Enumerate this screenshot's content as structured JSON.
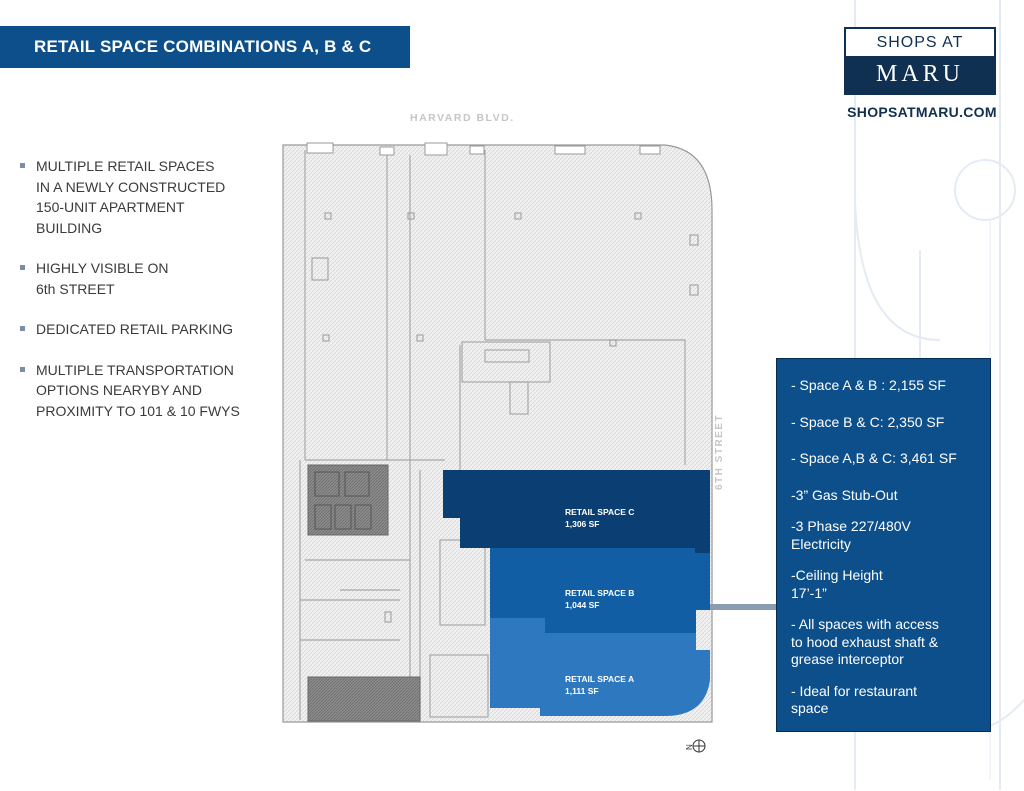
{
  "header": {
    "title": "RETAIL SPACE COMBINATIONS A, B & C"
  },
  "logo": {
    "line1": "SHOPS AT",
    "line2": "MARU",
    "url": "SHOPSATMARU.COM"
  },
  "bullets": [
    "MULTIPLE RETAIL SPACES\nIN A NEWLY CONSTRUCTED\n150-UNIT APARTMENT\nBUILDING",
    "HIGHLY VISIBLE ON\n6th STREET",
    "DEDICATED RETAIL PARKING",
    "MULTIPLE TRANSPORTATION\nOPTIONS NEARYBY AND\nPROXIMITY TO 101 & 10 FWYS"
  ],
  "map": {
    "street_top": "HARVARD BLVD.",
    "street_side": "6TH STREET",
    "spaces": {
      "c": {
        "name": "RETAIL SPACE C",
        "size": "1,306 SF",
        "color": "#0b3f73"
      },
      "b": {
        "name": "RETAIL SPACE B",
        "size": "1,044 SF",
        "color": "#125ea5"
      },
      "a": {
        "name": "RETAIL SPACE A",
        "size": "1,111 SF",
        "color": "#2d78bf"
      }
    },
    "north_marker": "N"
  },
  "info": [
    "- Space A & B : 2,155 SF",
    "- Space B & C:  2,350 SF",
    "- Space A,B & C: 3,461 SF",
    "-3” Gas Stub-Out",
    "-3 Phase 227/480V\n Electricity",
    "-Ceiling Height\n17’-1”",
    "- All spaces with access\nto hood exhaust shaft &\ngrease interceptor",
    "- Ideal for restaurant\nspace"
  ]
}
